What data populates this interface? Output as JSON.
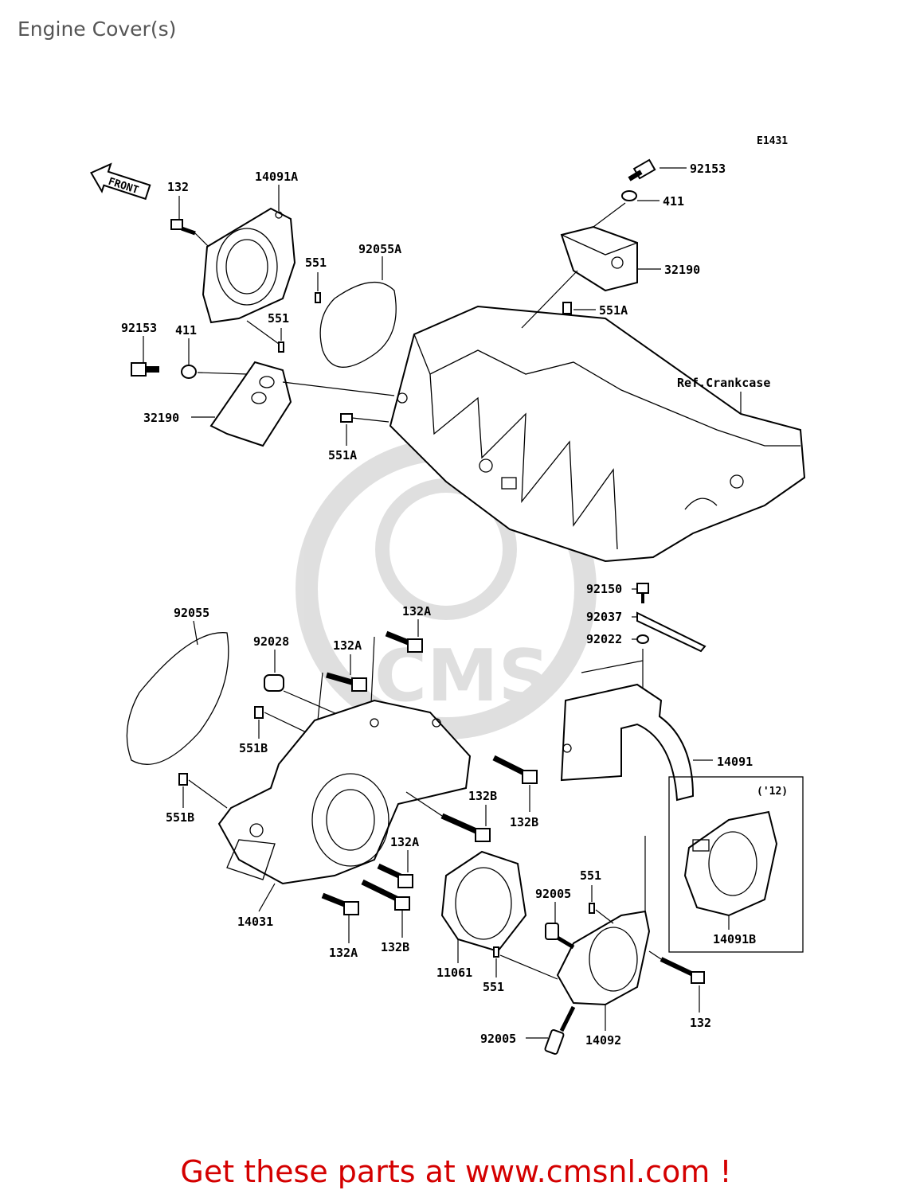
{
  "page": {
    "title": "Engine Cover(s)",
    "footer": "Get these parts at www.cmsnl.com !"
  },
  "diagram": {
    "code": "E1431",
    "front_label": "FRONT",
    "ref_label": "Ref.Crankcase",
    "year_note": "('12)",
    "watermark": "CMS",
    "callouts": {
      "c92153_top": "92153",
      "c411_top": "411",
      "c32190_top": "32190",
      "c551a_top": "551A",
      "c132_top": "132",
      "c14091a": "14091A",
      "c551_1": "551",
      "c92055a": "92055A",
      "c551_2": "551",
      "c92153_left": "92153",
      "c411_left": "411",
      "c32190_left": "32190",
      "c551a_left": "551A",
      "c92055": "92055",
      "c92028": "92028",
      "c132a_1": "132A",
      "c132a_2": "132A",
      "c551b_1": "551B",
      "c551b_2": "551B",
      "c92150": "92150",
      "c92037": "92037",
      "c92022": "92022",
      "c14091": "14091",
      "c132b_1": "132B",
      "c132b_2": "132B",
      "c132a_3": "132A",
      "c14031": "14031",
      "c132a_4": "132A",
      "c132b_3": "132B",
      "c551_3": "551",
      "c92005_1": "92005",
      "c11061": "11061",
      "c551_4": "551",
      "c14092": "14092",
      "c92005_2": "92005",
      "c132_br": "132",
      "c14091b": "14091B"
    }
  }
}
